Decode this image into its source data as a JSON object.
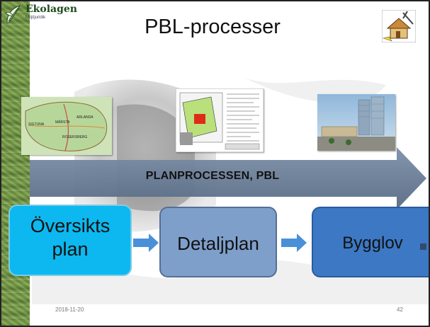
{
  "brand": {
    "name": "Ekolagen",
    "subtitle": "Miljöjuridik"
  },
  "slide": {
    "title": "PBL-processer",
    "arrow_label": "PLANPROCESSEN, PBL",
    "steps": [
      {
        "label_line1": "Översikts",
        "label_line2": "plan",
        "color": "#0cb8ef"
      },
      {
        "label": "Detaljplan",
        "color": "#7f9fcb"
      },
      {
        "label": "Bygglov",
        "color": "#3c78c4"
      }
    ],
    "map_labels": [
      "SIGTUNA",
      "MÄRSTA",
      "ARLANDA",
      "ROSERSBERG"
    ]
  },
  "footer": {
    "date": "2018-11-20",
    "page_number": "42"
  },
  "colors": {
    "sidebar": "#6b8f3e",
    "arrow": "#6a7f98",
    "arrow_connector": "#4a90d9"
  }
}
